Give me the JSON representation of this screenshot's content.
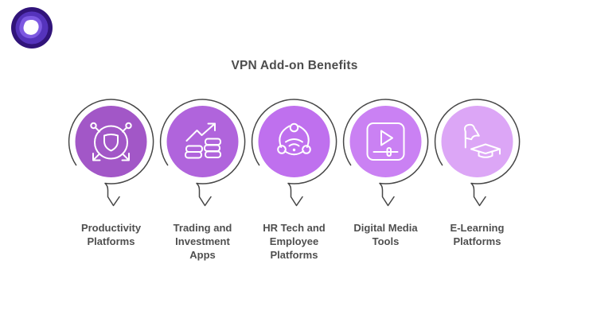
{
  "page": {
    "title": "VPN Add-on Benefits",
    "background": "#ffffff",
    "title_color": "#4d4d4d"
  },
  "logo": {
    "name": "vpn-brand-logo",
    "outer_color": "#31147a",
    "ring_color": "#5533bc",
    "band_color": "#7d59e2",
    "core_color": "#ffffff"
  },
  "connector": {
    "color": "#474747"
  },
  "items": [
    {
      "icon": "share-shield-icon",
      "circle_color": "#a257c7",
      "label": "Productivity\nPlatforms"
    },
    {
      "icon": "growth-coins-icon",
      "circle_color": "#b064dc",
      "label": "Trading and\nInvestment\nApps"
    },
    {
      "icon": "network-wifi-icon",
      "circle_color": "#bf70ee",
      "label": "HR Tech and\nEmployee\nPlatforms"
    },
    {
      "icon": "media-player-icon",
      "circle_color": "#ca81f3",
      "label": "Digital Media\nTools"
    },
    {
      "icon": "graduation-flag-icon",
      "circle_color": "#dca6f6",
      "label": "E-Learning\nPlatforms"
    }
  ]
}
